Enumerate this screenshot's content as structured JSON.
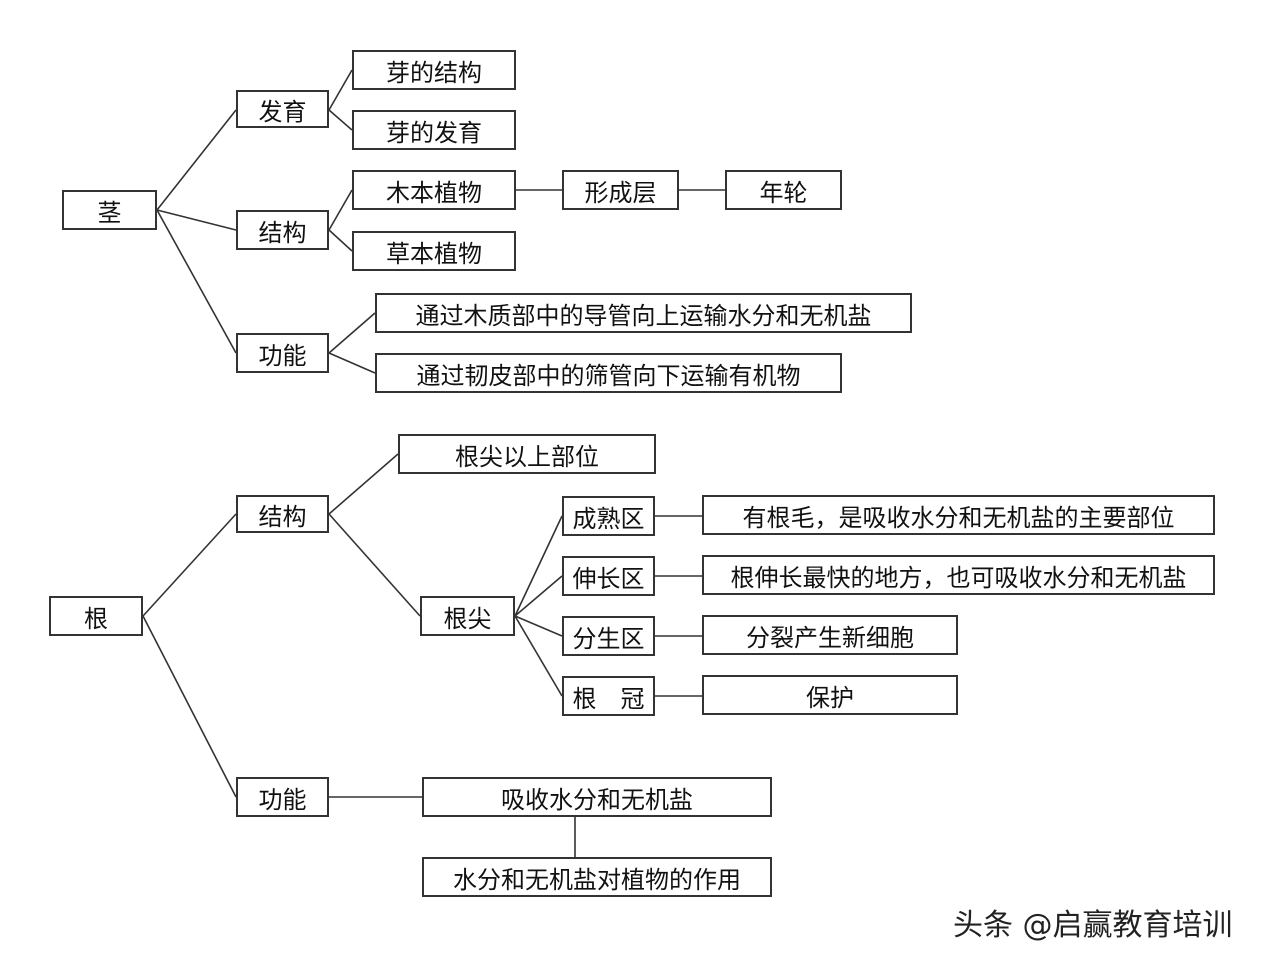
{
  "stem": {
    "root": "茎",
    "development": "发育",
    "structure": "结构",
    "function": "功能",
    "bud_structure": "芽的结构",
    "bud_development": "芽的发育",
    "woody": "木本植物",
    "herb": "草本植物",
    "cambium": "形成层",
    "annual_ring": "年轮",
    "xylem": "通过木质部中的导管向上运输水分和无机盐",
    "phloem": "通过韧皮部中的筛管向下运输有机物"
  },
  "root": {
    "root": "根",
    "structure": "结构",
    "function": "功能",
    "above_tip": "根尖以上部位",
    "tip": "根尖",
    "zones": [
      {
        "name": "成熟区",
        "desc": "有根毛，是吸收水分和无机盐的主要部位"
      },
      {
        "name": "伸长区",
        "desc": "根伸长最快的地方，也可吸收水分和无机盐"
      },
      {
        "name": "分生区",
        "desc": "分裂产生新细胞"
      },
      {
        "name": "根　冠",
        "desc": "保护"
      }
    ],
    "absorb": "吸收水分和无机盐",
    "role": "水分和无机盐对植物的作用"
  },
  "watermark": "头条 @启赢教育培训"
}
